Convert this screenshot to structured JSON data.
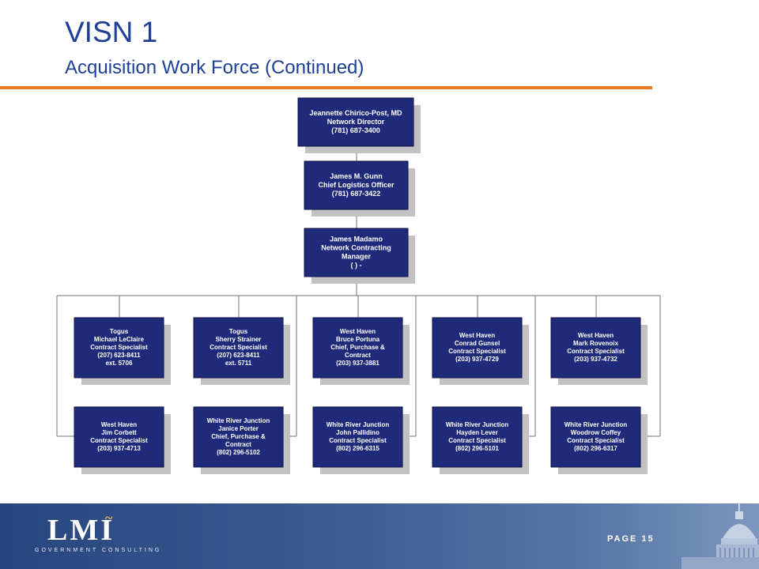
{
  "slide": {
    "title": "VISN 1",
    "subtitle": "Acquisition Work Force (Continued)"
  },
  "colors": {
    "title_blue": "#1f3f97",
    "accent_orange": "#e87722",
    "box_navy": "#1f2a7a",
    "footer_blue": "#28467e"
  },
  "chart_data": {
    "type": "org-chart",
    "top_chain": [
      {
        "lines": [
          "Jeannette Chirico-Post, MD",
          "Network Director",
          "(781) 687-3400"
        ]
      },
      {
        "lines": [
          "James M. Gunn",
          "Chief Logistics Officer",
          "(781) 687-3422"
        ]
      },
      {
        "lines": [
          "James Madamo",
          "Network Contracting",
          "Manager",
          "(   )    -"
        ]
      }
    ],
    "columns": [
      [
        {
          "lines": [
            "Togus",
            "Michael LeClaire",
            "Contract Specialist",
            "(207) 623-8411",
            "ext. 5706"
          ]
        },
        {
          "lines": [
            "West Haven",
            "Jim Corbett",
            "Contract Specialist",
            "(203) 937-4713"
          ]
        }
      ],
      [
        {
          "lines": [
            "Togus",
            "Sherry Strainer",
            "Contract Specialist",
            "(207) 623-8411",
            "ext. 5711"
          ]
        },
        {
          "lines": [
            "White River Junction",
            "Janice Porter",
            "Chief, Purchase &",
            "Contract",
            "(802) 296-5102"
          ]
        }
      ],
      [
        {
          "lines": [
            "West Haven",
            "Bruce Portuna",
            "Chief, Purchase &",
            "Contract",
            "(203) 937-3881"
          ]
        },
        {
          "lines": [
            "White River Junction",
            "John Pallidino",
            "Contract Specialist",
            "(802) 296-6315"
          ]
        }
      ],
      [
        {
          "lines": [
            "West Haven",
            "Conrad Gunsel",
            "Contract Specialist",
            "(203) 937-4729"
          ]
        },
        {
          "lines": [
            "White River Junction",
            "Hayden Lever",
            "Contract Specialist",
            "(802) 296-5101"
          ]
        }
      ],
      [
        {
          "lines": [
            "West Haven",
            "Mark Rovenoix",
            "Contract Specialist",
            "(203) 937-4732"
          ]
        },
        {
          "lines": [
            "White River Junction",
            "Woodrow Coffey",
            "Contract Specialist",
            "(802) 296-6317"
          ]
        }
      ]
    ]
  },
  "footer": {
    "logo": "LMI",
    "logo_mark": "~",
    "tagline": "GOVERNMENT CONSULTING",
    "page_label": "PAGE 15",
    "decoration": "capitol-dome-icon"
  }
}
